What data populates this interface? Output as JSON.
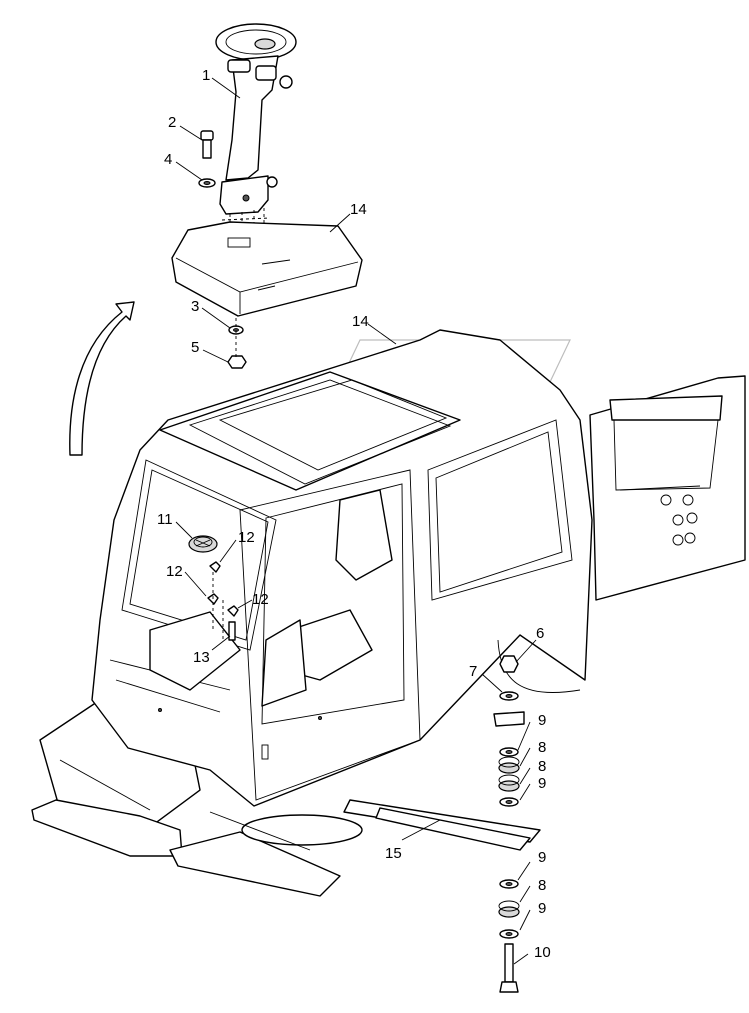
{
  "callouts": {
    "c1": "1",
    "c2": "2",
    "c3": "3",
    "c4": "4",
    "c5": "5",
    "c6": "6",
    "c7": "7",
    "c8a": "8",
    "c8b": "8",
    "c8c": "8",
    "c9a": "9",
    "c9b": "9",
    "c9c": "9",
    "c9d": "9",
    "c10": "10",
    "c11": "11",
    "c12a": "12",
    "c12b": "12",
    "c12c": "12",
    "c13": "13",
    "c14a": "14",
    "c14b": "14",
    "c15": "15"
  }
}
